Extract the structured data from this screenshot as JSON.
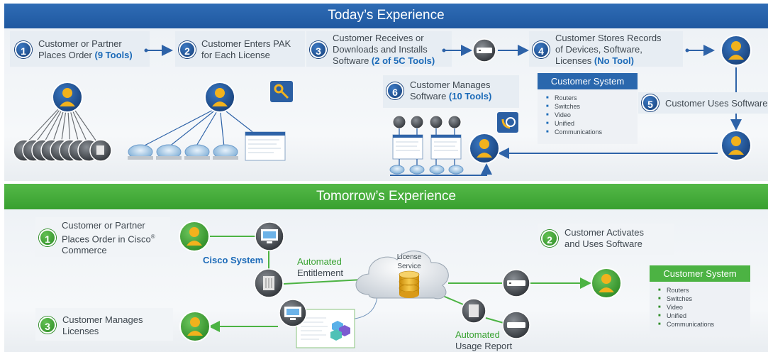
{
  "today": {
    "title": "Today’s Experience",
    "steps": [
      {
        "num": "1",
        "line1": "Customer or Partner",
        "line2": "Places Order ",
        "highlight": "(9 Tools)"
      },
      {
        "num": "2",
        "line1": "Customer Enters PAK",
        "line2": "for Each License"
      },
      {
        "num": "3",
        "line1": "Customer Receives or",
        "line2": "Downloads and Installs",
        "line3": "Software ",
        "highlight": "(2 of 5C Tools)"
      },
      {
        "num": "4",
        "line1": "Customer Stores Records",
        "line2": "of Devices, Software,",
        "line3": "Licenses ",
        "highlight": "(No Tool)"
      },
      {
        "num": "5",
        "line1": "Customer Uses Software"
      },
      {
        "num": "6",
        "line1": "Customer Manages",
        "line2": "Software ",
        "highlight": "(10 Tools)"
      }
    ],
    "customer_system": {
      "title": "Customer System",
      "items": [
        "Routers",
        "Switches",
        "Video",
        "Unified",
        "Communications"
      ]
    }
  },
  "tomorrow": {
    "title": "Tomorrow’s Experience",
    "steps": [
      {
        "num": "1",
        "line1": "Customer or Partner",
        "line2": "Places Order in Cisco",
        "sup": "®",
        "line3": "Commerce"
      },
      {
        "num": "2",
        "line1": "Customer Activates",
        "line2": "and Uses Software"
      },
      {
        "num": "3",
        "line1": "Customer Manages",
        "line2": "Licenses"
      }
    ],
    "cisco_system_label": "Cisco System",
    "automated_entitlement": {
      "line1": "Automated",
      "line2": "Entitlement"
    },
    "license_service": {
      "line1": "License",
      "line2": "Service"
    },
    "automated_usage": {
      "line1": "Automated",
      "line2": "Usage Report"
    },
    "customer_system": {
      "title": "Customer System",
      "items": [
        "Routers",
        "Switches",
        "Video",
        "Unified",
        "Communications"
      ]
    }
  },
  "colors": {
    "blue": "#2a67ad",
    "green": "#4cb343",
    "arrow_blue": "#2e63a8",
    "arrow_green": "#4cb343"
  }
}
